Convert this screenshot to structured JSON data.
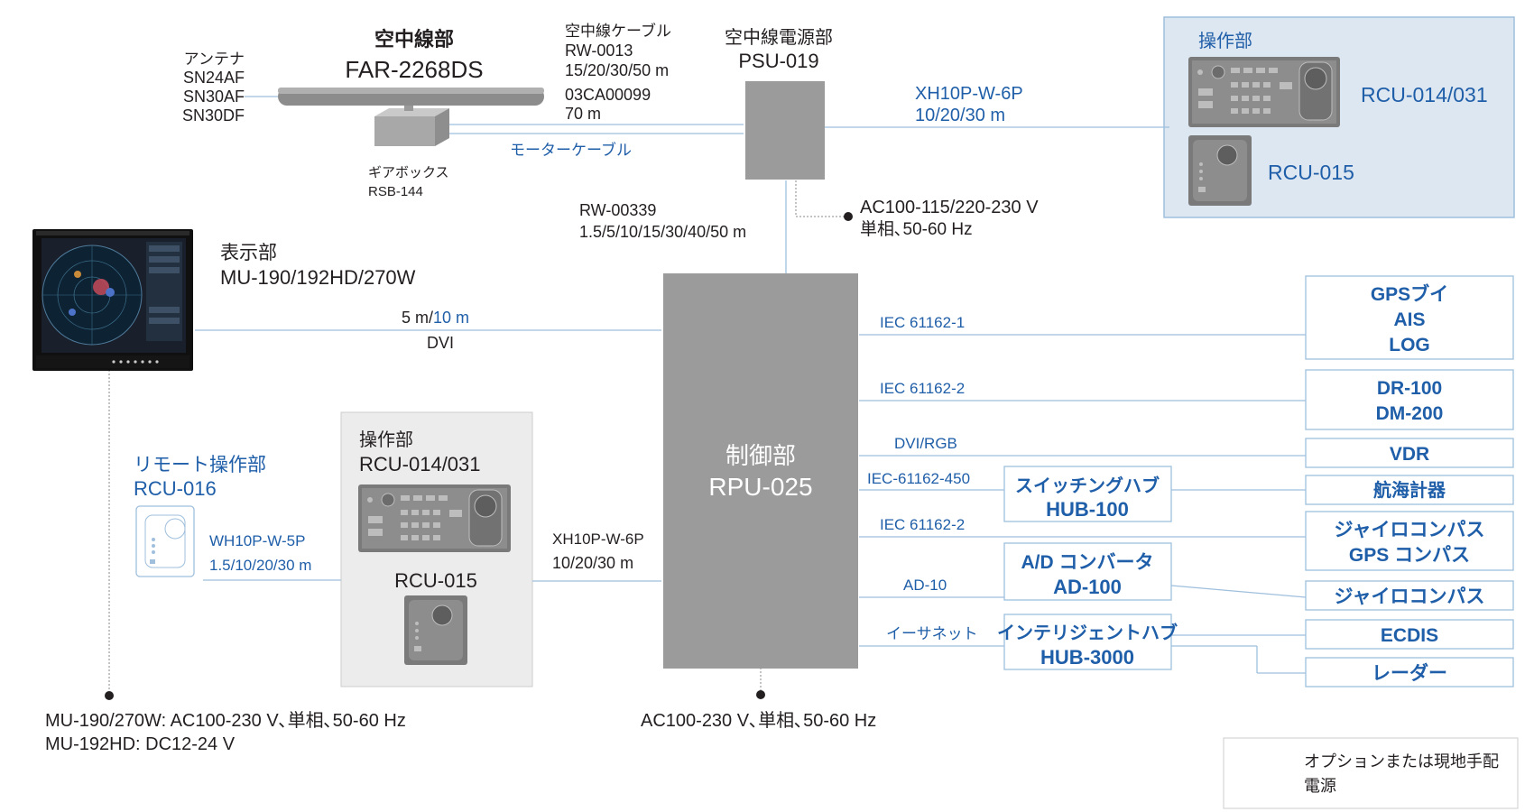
{
  "antenna_unit": {
    "title": "空中線部",
    "model": "FAR-2268DS"
  },
  "antenna": {
    "label": "アンテナ",
    "models": [
      "SN24AF",
      "SN30AF",
      "SN30DF"
    ]
  },
  "gearbox": {
    "label": "ギアボックス",
    "model": "RSB-144"
  },
  "antenna_cable": {
    "title": "空中線ケーブル",
    "model": "RW-0013",
    "lengths": "15/20/30/50 m",
    "alt_model": "03CA00099",
    "alt_length": "70 m"
  },
  "motor_cable": {
    "label": "モーターケーブル"
  },
  "psu": {
    "title": "空中線電源部",
    "model": "PSU-019"
  },
  "psu_power": {
    "line1": "AC100-115/220-230 V",
    "line2": "単相､50-60 Hz"
  },
  "psu_cable": {
    "model": "RW-00339",
    "lengths": "1.5/5/10/15/30/40/50 m"
  },
  "remote_panel_cable": {
    "model": "XH10P-W-6P",
    "lengths": "10/20/30 m"
  },
  "control_panel_top": {
    "title": "操作部",
    "unit1": "RCU-014/031",
    "unit2": "RCU-015"
  },
  "display": {
    "title": "表示部",
    "model": "MU-190/192HD/270W"
  },
  "dvi_link": {
    "length_black": "5 m/",
    "length_blue": "10 m",
    "type": "DVI"
  },
  "rpu": {
    "title": "制御部",
    "model": "RPU-025"
  },
  "rpu_power": {
    "text": "AC100-230 V､単相､50-60 Hz"
  },
  "display_power": {
    "line1": "MU-190/270W: AC100-230 V､単相､50-60 Hz",
    "line2": "MU-192HD: DC12-24 V"
  },
  "remote_control": {
    "title": "リモート操作部",
    "model": "RCU-016",
    "cable_model": "WH10P-W-5P",
    "cable_lengths": "1.5/10/20/30 m"
  },
  "control_panel_mid": {
    "title": "操作部",
    "unit1": "RCU-014/031",
    "unit2": "RCU-015"
  },
  "mid_cable": {
    "model": "XH10P-W-6P",
    "lengths": "10/20/30 m"
  },
  "interfaces": {
    "iec1": "IEC 61162-1",
    "iec2a": "IEC 61162-2",
    "dvi_rgb": "DVI/RGB",
    "iec450": "IEC-61162-450",
    "iec2b": "IEC 61162-2",
    "ad10": "AD-10",
    "ethernet": "イーサネット"
  },
  "hubs": {
    "switch_hub": {
      "line1": "スイッチングハブ",
      "line2": "HUB-100"
    },
    "ad_converter": {
      "line1": "A/D コンバータ",
      "line2": "AD-100"
    },
    "intelligent_hub": {
      "line1": "インテリジェントハブ",
      "line2": "HUB-3000"
    }
  },
  "devices": {
    "gps_box": [
      "GPSブイ",
      "AIS",
      "LOG"
    ],
    "dr_box": [
      "DR-100",
      "DM-200"
    ],
    "vdr": "VDR",
    "nav": "航海計器",
    "gyro_gps": [
      "ジャイロコンパス",
      "GPS コンパス"
    ],
    "gyro": "ジャイロコンパス",
    "ecdis": "ECDIS",
    "radar": "レーダー"
  },
  "legend": {
    "option": "オプションまたは現地手配",
    "power": "電源"
  },
  "colors": {
    "accent_blue": "#1f5ea8",
    "line_blue": "#9fbfdd",
    "gray_unit": "#9b9b9b",
    "panel_bg": "#dde7f1"
  }
}
